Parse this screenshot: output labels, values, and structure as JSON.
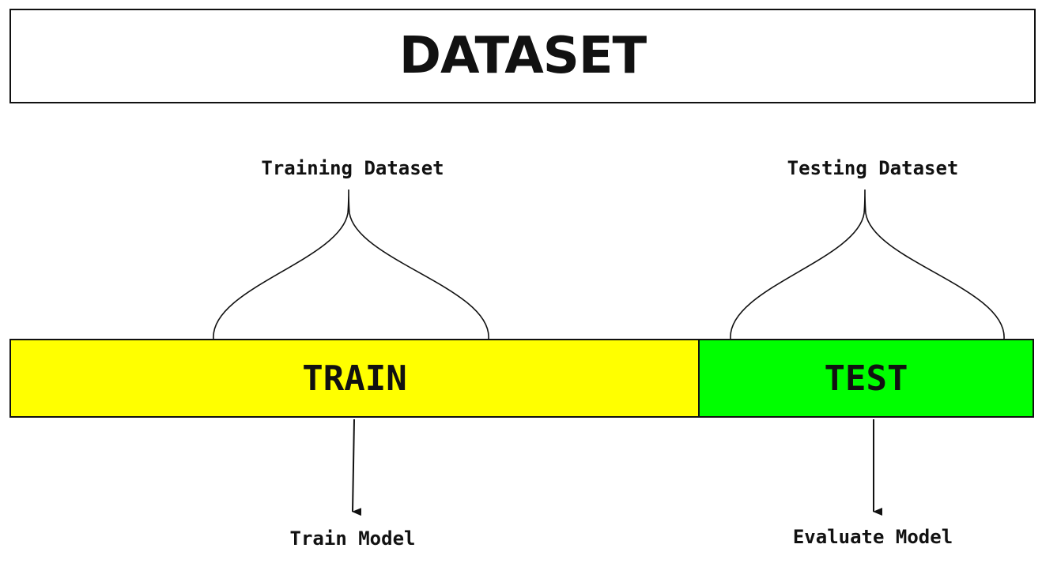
{
  "dataset": {
    "title": "DATASET"
  },
  "segments": [
    {
      "key": "train",
      "label": "TRAIN",
      "color": "#ffff00"
    },
    {
      "key": "test",
      "label": "TEST",
      "color": "#00ff00"
    }
  ],
  "annotations": {
    "training_dataset": "Training Dataset",
    "testing_dataset": "Testing Dataset",
    "train_model": "Train Model",
    "evaluate_model": "Evaluate Model"
  }
}
